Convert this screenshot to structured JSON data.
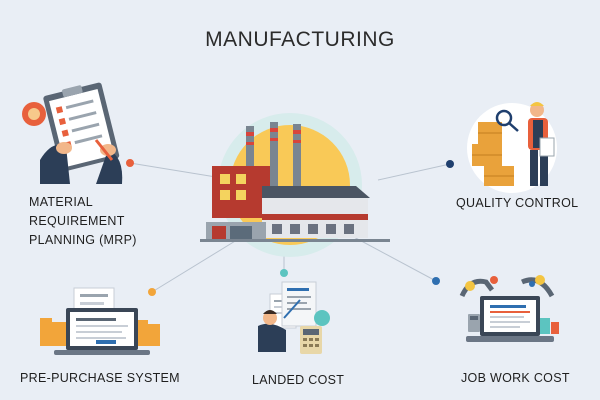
{
  "title": "MANUFACTURING",
  "nodes": {
    "mrp": {
      "label_lines": [
        "MATERIAL",
        "REQUIREMENT",
        "PLANNING (MRP)"
      ],
      "dot_color": "#e8603c"
    },
    "quality": {
      "label": "QUALITY CONTROL",
      "dot_color": "#1f3f6e"
    },
    "prepurchase": {
      "label": "PRE-PURCHASE SYSTEM",
      "dot_color": "#f2a53a"
    },
    "landed": {
      "label": "LANDED COST",
      "dot_color": "#5cc4c0"
    },
    "jobwork": {
      "label": "JOB WORK COST",
      "dot_color": "#2f6fb0"
    }
  },
  "colors": {
    "background": "#e9eef5",
    "factory_sun": "#f9c957",
    "factory_halo": "#d7ecec",
    "connector": "#b9c3cf"
  },
  "icons": [
    "factory-icon",
    "checklist-icon",
    "quality-inspector-icon",
    "laptop-documents-icon",
    "invoice-calculator-icon",
    "laptop-gears-icon"
  ]
}
